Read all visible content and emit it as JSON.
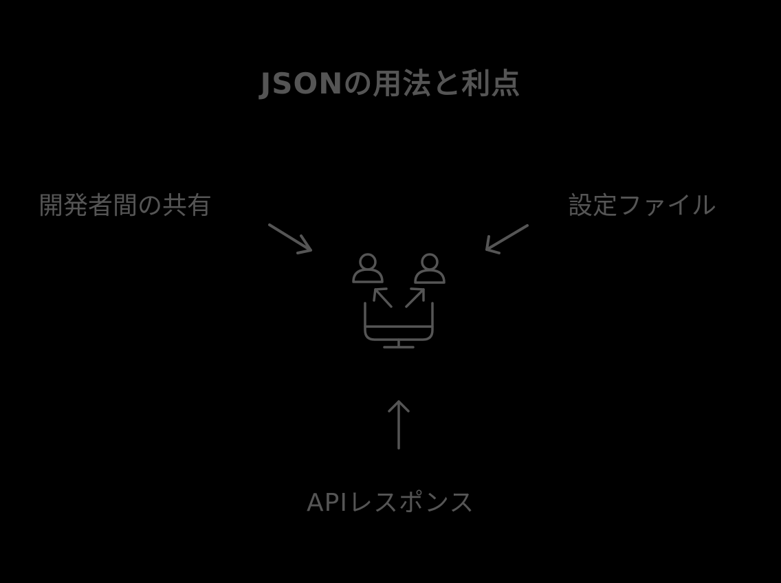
{
  "title": "JSONの用法と利点",
  "colors": {
    "background": "#000000",
    "foreground": "#555555"
  },
  "center_icon": "users-exchange-monitor-icon",
  "nodes": [
    {
      "id": "left",
      "label": "開発者間の共有",
      "arrow_direction": "toward-center"
    },
    {
      "id": "right",
      "label": "設定ファイル",
      "arrow_direction": "toward-center"
    },
    {
      "id": "bottom",
      "label": "APIレスポンス",
      "arrow_direction": "toward-center"
    }
  ]
}
